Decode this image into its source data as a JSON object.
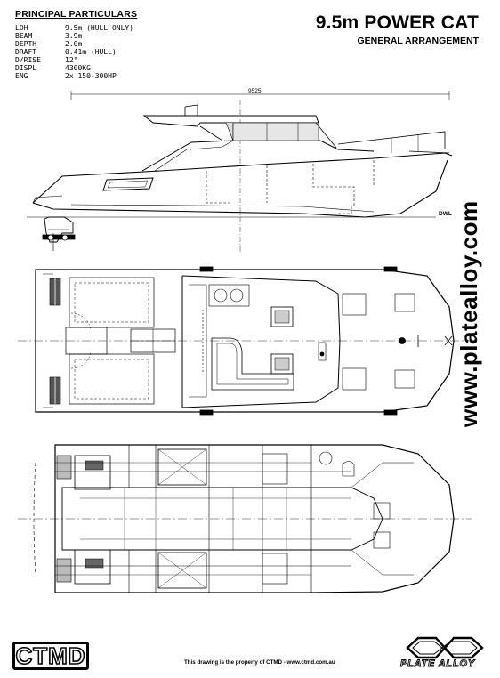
{
  "particulars": {
    "title": "PRINCIPAL PARTICULARS",
    "rows": [
      {
        "key": "LOH",
        "value": "9.5m (HULL ONLY)"
      },
      {
        "key": "BEAM",
        "value": "3.9m"
      },
      {
        "key": "DEPTH",
        "value": "2.0m"
      },
      {
        "key": "DRAFT",
        "value": "0.41m (HULL)"
      },
      {
        "key": "D/RISE",
        "value": "12°"
      },
      {
        "key": "DISPL",
        "value": "4300KG"
      },
      {
        "key": "ENG",
        "value": "2x 150-300HP"
      }
    ]
  },
  "title": {
    "main": "9.5m POWER CAT",
    "sub": "GENERAL ARRANGEMENT"
  },
  "drawing": {
    "overall_length_dim": "9525",
    "waterline_label": "DWL"
  },
  "sidebar_url": "www.platealloy.com",
  "footer": {
    "property_note": "This drawing is the property of CTMD - www.ctmd.com.au"
  },
  "logos": {
    "left": "CTMD",
    "right": "PLATE ALLOY"
  }
}
